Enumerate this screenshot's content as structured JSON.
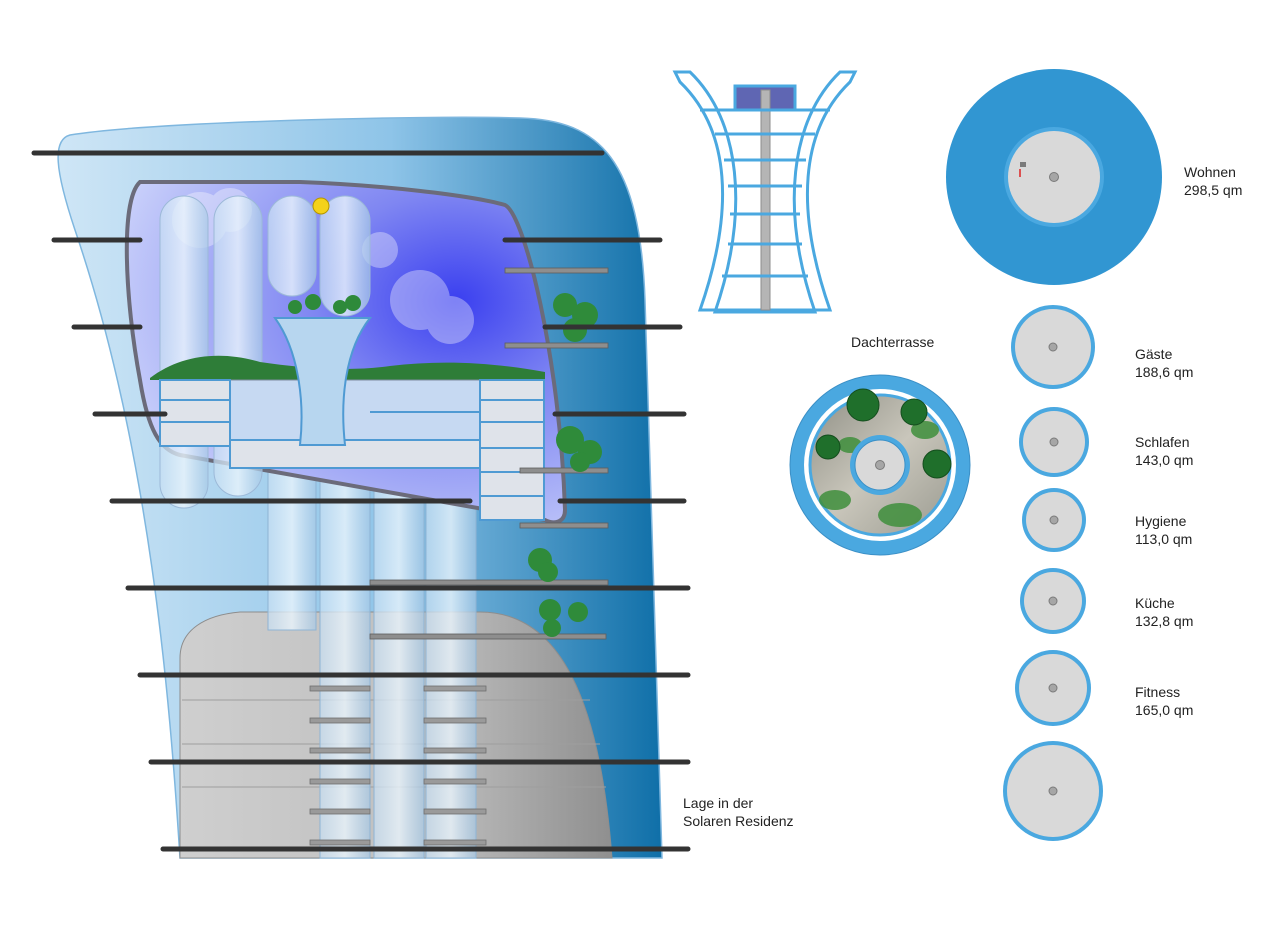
{
  "labels": {
    "roof_terrace": "Dachterrasse",
    "location_line1": "Lage in der",
    "location_line2": "Solaren Residenz"
  },
  "floors": [
    {
      "name": "Wohnen",
      "area": "298,5 qm"
    },
    {
      "name": "Gäste",
      "area": "188,6 qm"
    },
    {
      "name": "Schlafen",
      "area": "143,0 qm"
    },
    {
      "name": "Hygiene",
      "area": "113,0 qm"
    },
    {
      "name": "Küche",
      "area": "132,8 qm"
    },
    {
      "name": "Fitness",
      "area": "165,0 qm"
    },
    {
      "name": "",
      "area": ""
    }
  ],
  "colors": {
    "building_blue": "#2f8fc8",
    "ring_blue": "#4aa8e0",
    "disc_grey": "#d9d9d9",
    "sky_violet": "#8a8cf2",
    "foliage_green": "#2e8a3a",
    "slab_dark": "#333333"
  }
}
